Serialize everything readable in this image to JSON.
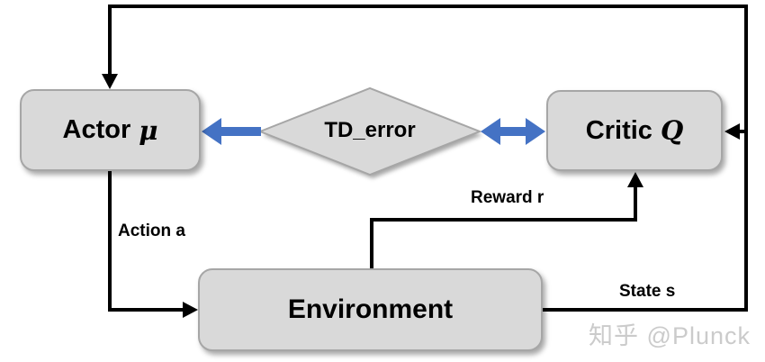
{
  "diagram": {
    "title_semantics": "actor-critic reinforcement learning loop",
    "nodes": {
      "actor": {
        "label": "Actor",
        "symbol": "μ"
      },
      "critic": {
        "label": "Critic",
        "symbol": "Q"
      },
      "td_error": {
        "label": "TD_error"
      },
      "environment": {
        "label": "Environment"
      }
    },
    "edge_labels": {
      "action": "Action a",
      "reward": "Reward r",
      "state": "State s"
    },
    "colors": {
      "node_fill": "#d9d9d9",
      "node_border": "#a6a6a6",
      "arrow_blue": "#4472c4",
      "line_black": "#000000",
      "watermark_gray": "#cbcbcb"
    }
  },
  "watermark": {
    "text": "知乎 @Plunck"
  }
}
